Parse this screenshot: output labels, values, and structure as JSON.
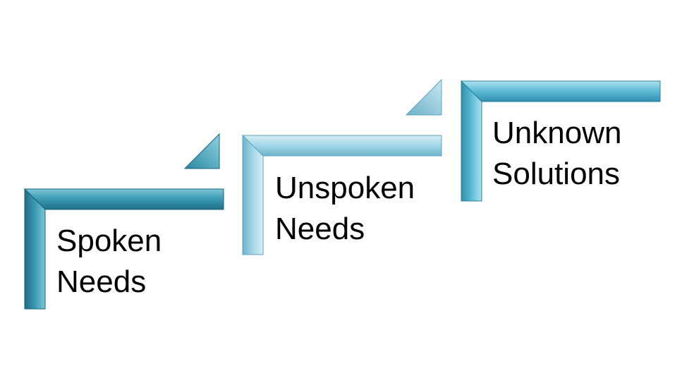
{
  "diagram": {
    "steps": [
      {
        "line1": "Spoken",
        "line2": "Needs",
        "color_light": "#7cc5d6",
        "color_mid": "#3a9ab3",
        "color_dark": "#1f6f86"
      },
      {
        "line1": "Unspoken",
        "line2": "Needs",
        "color_light": "#d6eef6",
        "color_mid": "#a2d6e8",
        "color_dark": "#6fb3cc"
      },
      {
        "line1": "Unknown",
        "line2": "Solutions",
        "color_light": "#aee0ee",
        "color_mid": "#5cbad6",
        "color_dark": "#2f8fad"
      }
    ]
  }
}
